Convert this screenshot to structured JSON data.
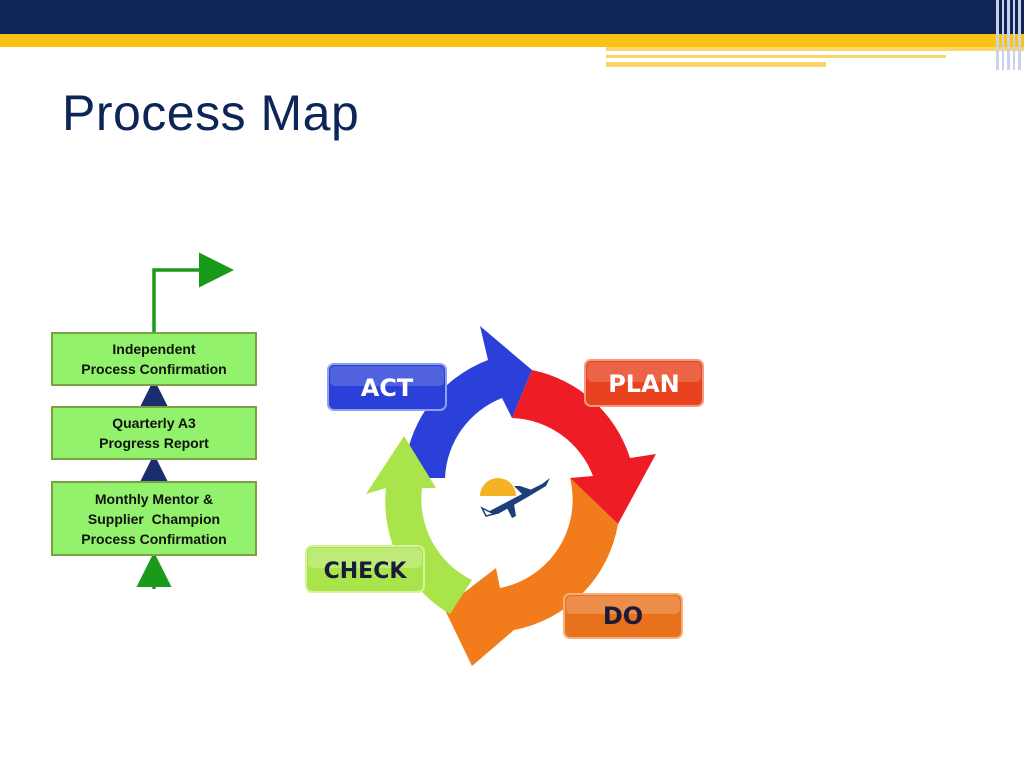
{
  "slide": {
    "title": "Process Map"
  },
  "flow_steps": [
    {
      "lines": [
        "Independent",
        "Process Confirmation"
      ]
    },
    {
      "lines": [
        "Quarterly A3",
        "Progress Report"
      ]
    },
    {
      "lines": [
        "Monthly Mentor &",
        "Supplier  Champion",
        "Process Confirmation"
      ]
    }
  ],
  "pdca": {
    "act_label": "ACT",
    "plan_label": "PLAN",
    "do_label": "DO",
    "check_label": "CHECK"
  },
  "colors": {
    "header_navy": "#0d2557",
    "header_gold": "#f8c314",
    "box_fill": "#92f26b",
    "box_border": "#7ba046",
    "arrow_green": "#1a9a1a",
    "arrow_navy": "#1a2e6e",
    "act_blue": "#2b40d8",
    "plan_red": "#e8421e",
    "do_orange": "#e9711d",
    "check_green": "#a9e44a"
  }
}
